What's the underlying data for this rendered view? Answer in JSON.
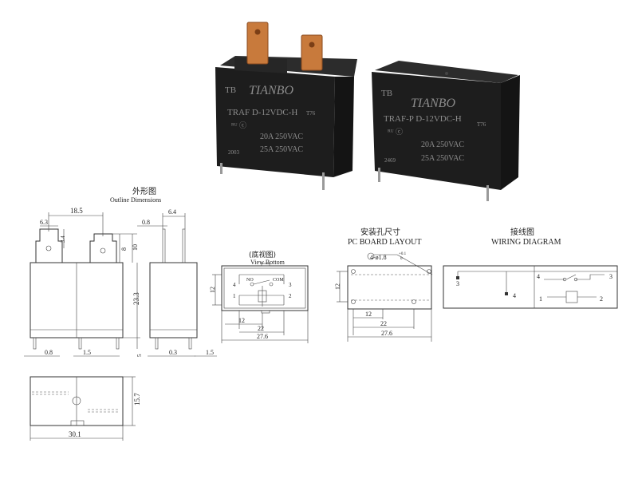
{
  "photos": {
    "left_relay": {
      "brand": "TIANBO",
      "model": "TRAF D-12VDC-H",
      "code": "T76",
      "rating_1": "20A 250VAC",
      "rating_2": "25A 250VAC",
      "date": "2003"
    },
    "right_relay": {
      "brand": "TIANBO",
      "model": "TRAF-P D-12VDC-H",
      "code": "T76",
      "rating_1": "20A 250VAC",
      "rating_2": "25A 250VAC",
      "date": "2469"
    }
  },
  "outline": {
    "title_cn": "外形图",
    "title_en": "Outline Dimensions",
    "dims": {
      "d18_5": "18.5",
      "d6_3": "6.3",
      "d3_4": "3.4",
      "d8": "8",
      "d10": "10",
      "d23_3": "23.3",
      "d0_8_top": "0.8",
      "d6_4": "6.4",
      "d0_8_bottom": "0.8",
      "d1_5_left": "1.5",
      "d5": "5",
      "d0_3": "0.3",
      "d1_5_right": "1.5",
      "d15_7": "15.7",
      "d30_1": "30.1"
    }
  },
  "bottom_view": {
    "title_cn": "(底视图)",
    "title_en": "View Bottom",
    "label_no": "NO",
    "label_com": "COM",
    "pin_1": "1",
    "pin_2": "2",
    "pin_3": "3",
    "pin_4": "4",
    "d12_side": "12",
    "d12": "12",
    "d22": "22",
    "d27_6": "27.6"
  },
  "pcb_layout": {
    "title_cn": "安装孔尺寸",
    "title_en": "PC BOARD LAYOUT",
    "hole_spec": "4-ø1.8",
    "hole_tol_plus": "+0.1",
    "hole_tol_minus": "0",
    "d12_side": "12",
    "d12": "12",
    "d22": "22",
    "d27_6": "27.6"
  },
  "wiring": {
    "title_cn": "接线图",
    "title_en": "WIRING DIAGRAM",
    "left_pin_3": "3",
    "left_pin_4": "4",
    "pin_4": "4",
    "pin_3": "3",
    "pin_1": "1",
    "pin_2": "2"
  }
}
